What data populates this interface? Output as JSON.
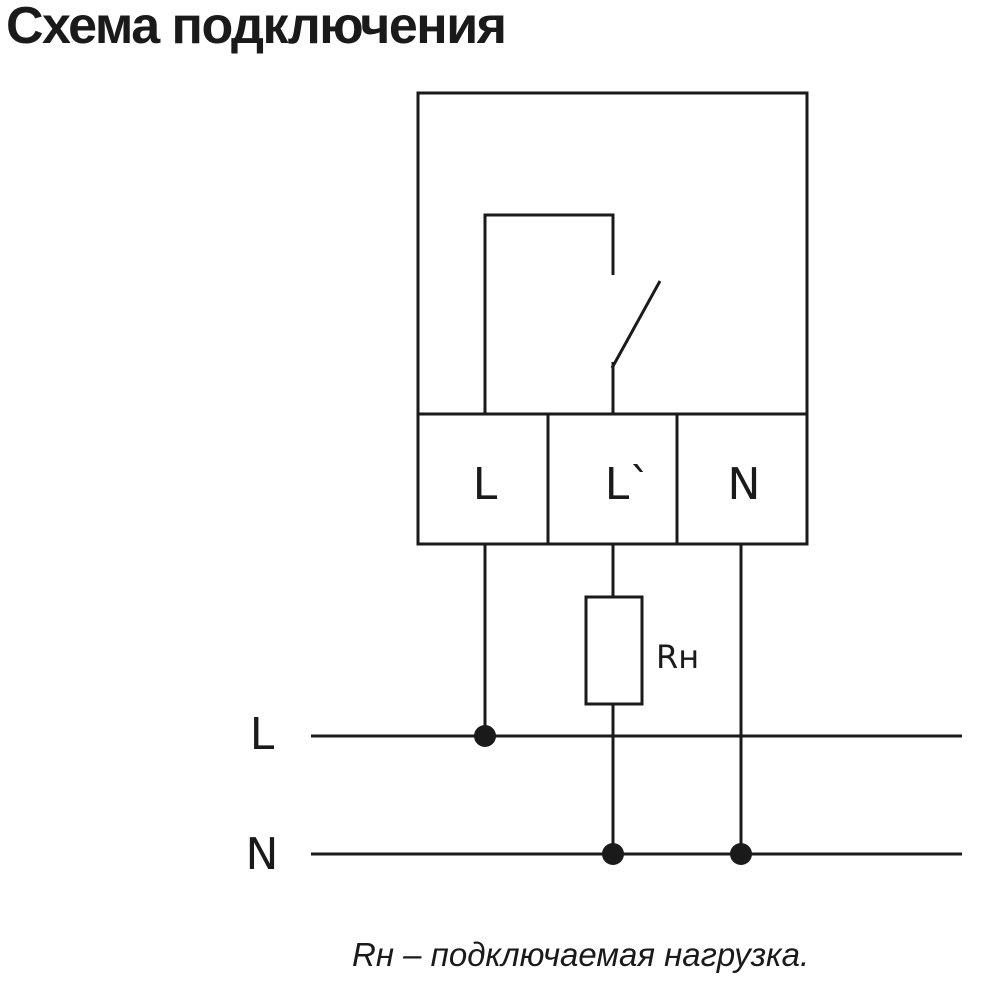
{
  "title": "Схема подключения",
  "terminals": [
    {
      "id": "L",
      "label": "L"
    },
    {
      "id": "L_out",
      "label": "L`"
    },
    {
      "id": "N",
      "label": "N"
    }
  ],
  "bus_lines": [
    {
      "id": "L",
      "label": "L"
    },
    {
      "id": "N",
      "label": "N"
    }
  ],
  "resistor": {
    "label": "Rн"
  },
  "caption": "Rн – подключаемая нагрузка.",
  "colors": {
    "line": "#1a1a1a",
    "background": "#ffffff"
  }
}
